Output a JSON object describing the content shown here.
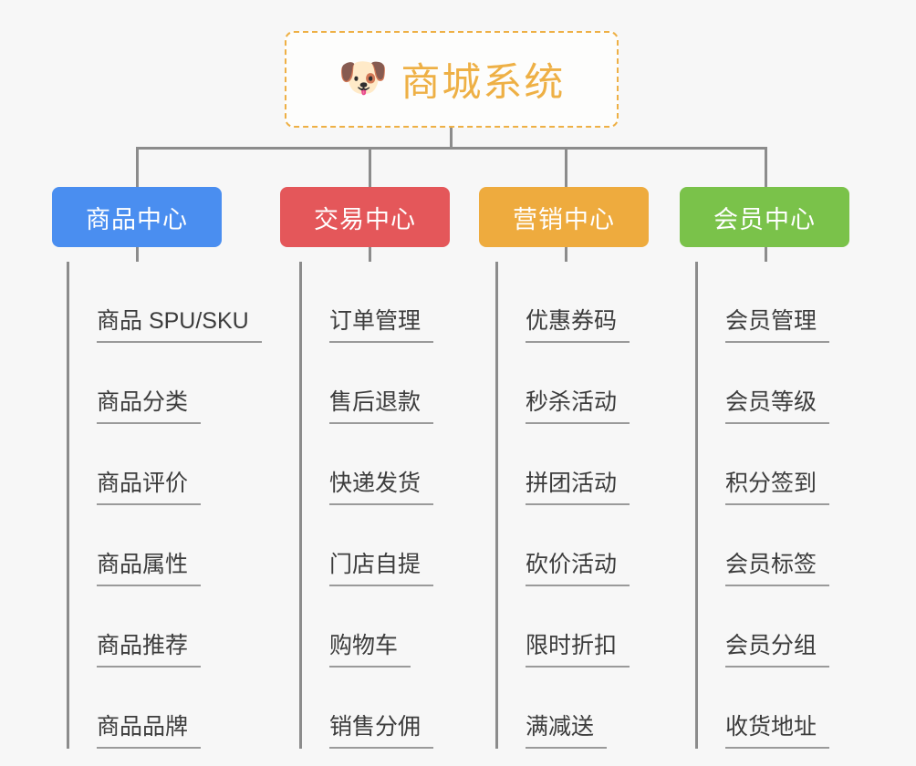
{
  "diagram": {
    "type": "mindmap",
    "background_color": "#f7f7f7",
    "root": {
      "icon": "dog-face-emoji",
      "icon_glyph": "🐶",
      "title": "商城系统",
      "text_color": "#eeb045",
      "border_color": "#eeb045",
      "border_style": "dashed"
    },
    "branches": [
      {
        "label": "商品中心",
        "color": "#4a8ef0",
        "items": [
          "商品 SPU/SKU",
          "商品分类",
          "商品评价",
          "商品属性",
          "商品推荐",
          "商品品牌"
        ]
      },
      {
        "label": "交易中心",
        "color": "#e4575a",
        "items": [
          "订单管理",
          "售后退款",
          "快递发货",
          "门店自提",
          "购物车",
          "销售分佣"
        ]
      },
      {
        "label": "营销中心",
        "color": "#eeab3e",
        "items": [
          "优惠券码",
          "秒杀活动",
          "拼团活动",
          "砍价活动",
          "限时折扣",
          "满减送"
        ]
      },
      {
        "label": "会员中心",
        "color": "#7ac24a",
        "items": [
          "会员管理",
          "会员等级",
          "积分签到",
          "会员标签",
          "会员分组",
          "收货地址"
        ]
      }
    ]
  }
}
